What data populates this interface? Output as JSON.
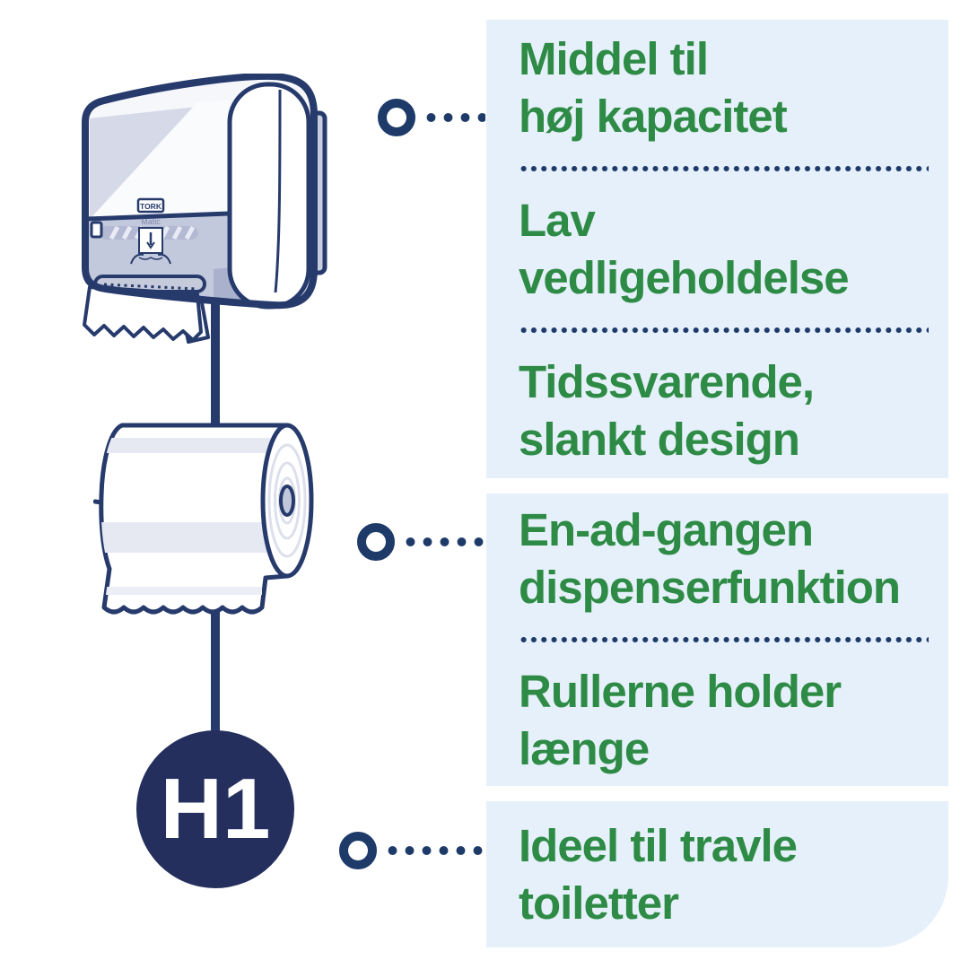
{
  "badge": {
    "label": "H1"
  },
  "dispenser": {
    "brand": "TORK",
    "model_label": "Matic"
  },
  "panels": [
    {
      "blocks": [
        {
          "lines": [
            "Middel til",
            "høj kapacitet"
          ]
        },
        {
          "lines": [
            "Lav",
            "vedligeholdelse"
          ]
        },
        {
          "lines": [
            "Tidssvarende,",
            "slankt design"
          ]
        }
      ]
    },
    {
      "blocks": [
        {
          "lines": [
            "En-ad-gangen",
            "dispenserfunktion"
          ]
        },
        {
          "lines": [
            "Rullerne holder",
            "længe"
          ]
        }
      ]
    },
    {
      "blocks": [
        {
          "lines": [
            "Ideel til travle",
            "toiletter"
          ]
        }
      ]
    }
  ],
  "colors": {
    "accent_green": "#2e8b45",
    "navy": "#263a6c",
    "badge_navy": "#252f5d",
    "panel_blue": "#e5f0fb"
  }
}
